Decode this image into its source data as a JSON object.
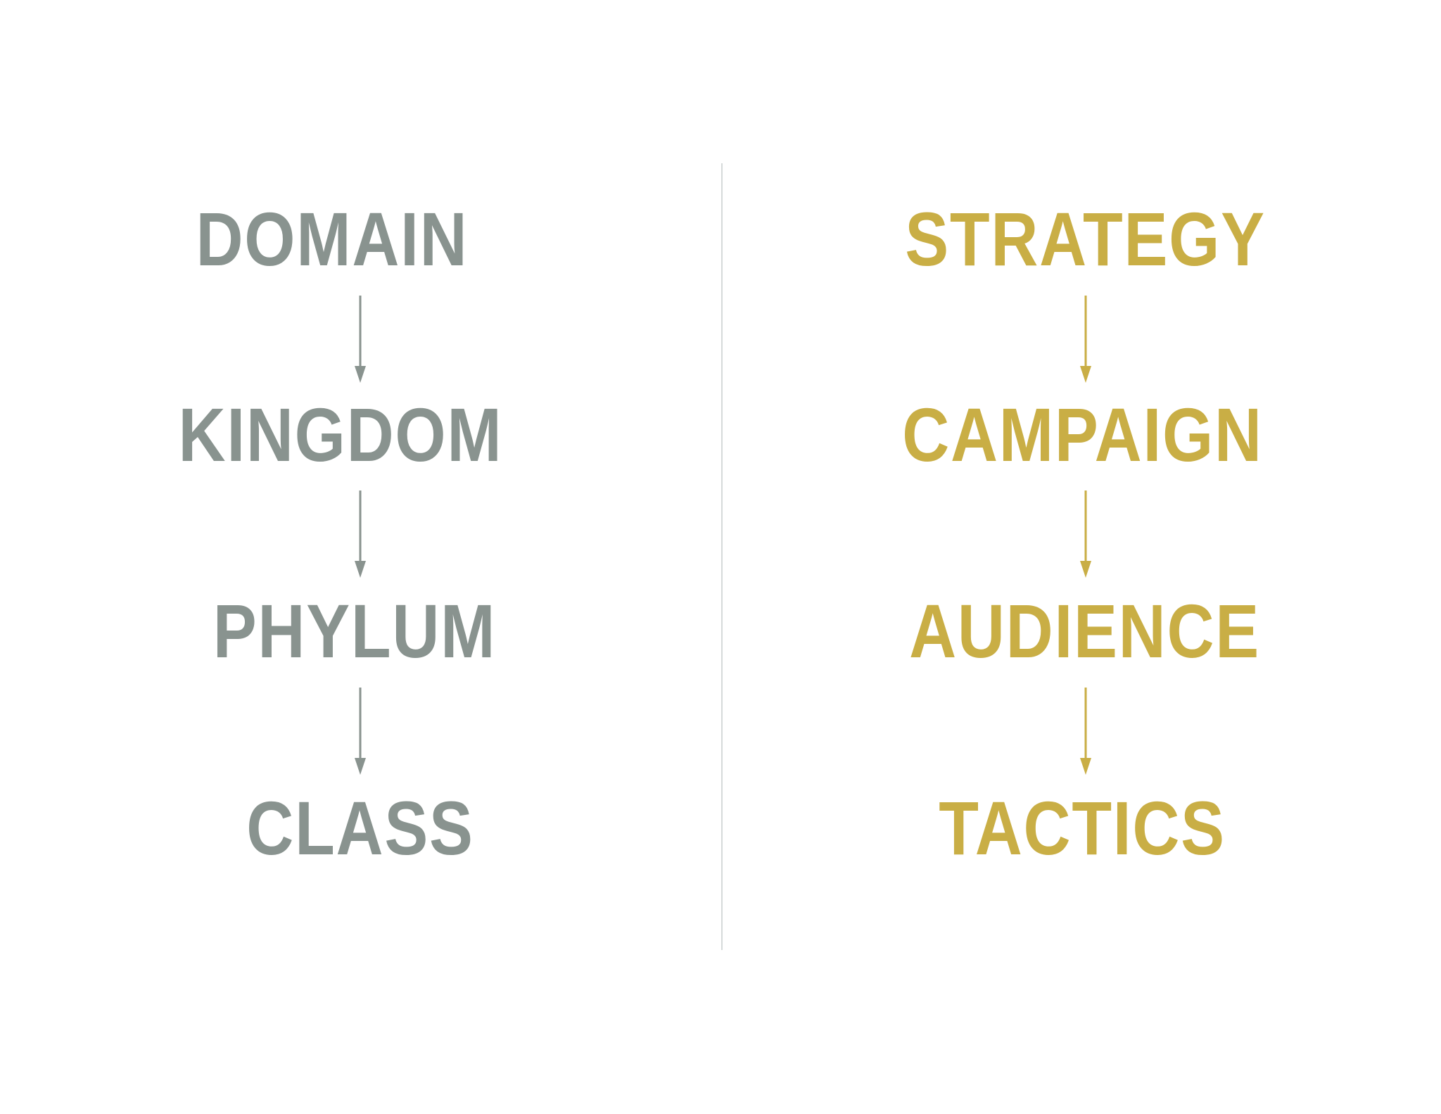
{
  "left_column": {
    "color": "#89938F",
    "items": [
      {
        "label": "DOMAIN"
      },
      {
        "label": "KINGDOM"
      },
      {
        "label": "PHYLUM"
      },
      {
        "label": "CLASS"
      }
    ]
  },
  "right_column": {
    "color": "#C9AE45",
    "items": [
      {
        "label": "STRATEGY"
      },
      {
        "label": "CAMPAIGN"
      },
      {
        "label": "AUDIENCE"
      },
      {
        "label": "TACTICS"
      }
    ]
  },
  "divider_color": "#D5DADA",
  "arrow_icon": "arrow-down-icon"
}
